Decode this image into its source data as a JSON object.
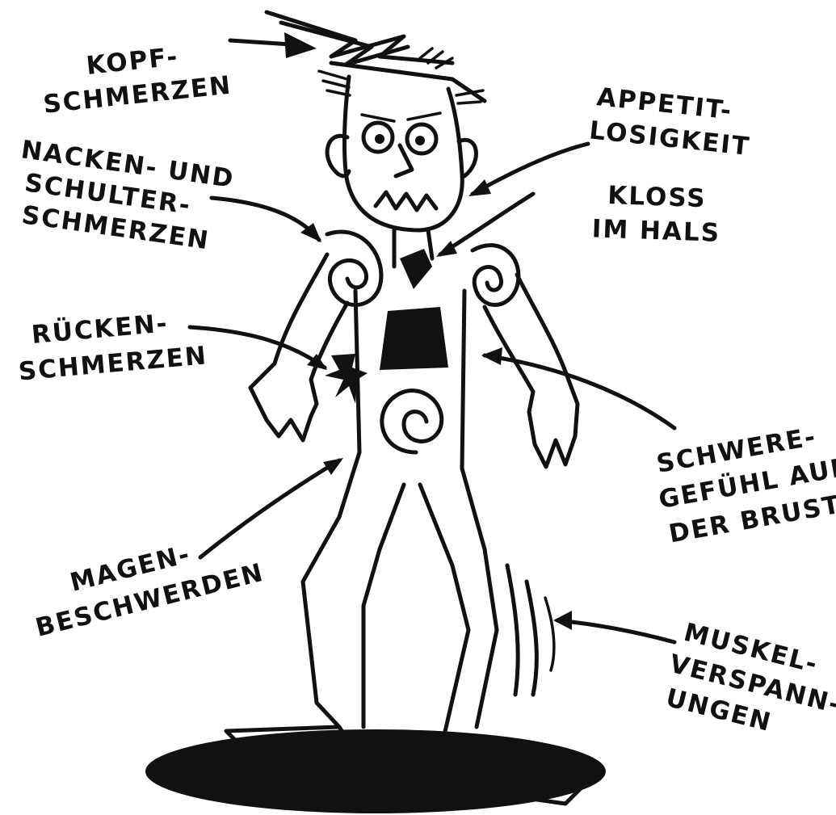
{
  "labels": {
    "headache": [
      "KOPF-",
      "SCHMERZEN"
    ],
    "neck_shoulder": [
      "NACKEN- UND",
      "SCHULTER-",
      "SCHMERZEN"
    ],
    "appetite": [
      "APPETIT-",
      "LOSIGKEIT"
    ],
    "lump_throat": [
      "KLOSS",
      "IM HALS"
    ],
    "back": [
      "RÜCKEN-",
      "SCHMERZEN"
    ],
    "chest": [
      "SCHWERE-",
      "GEFÜHL AUF",
      "DER BRUST"
    ],
    "stomach": [
      "MAGEN-",
      "BESCHWERDEN"
    ],
    "muscle": [
      "MUSKEL-",
      "VERSPANN-",
      "UNGEN"
    ]
  },
  "colors": {
    "ink": "#111111",
    "paper": "#ffffff"
  }
}
